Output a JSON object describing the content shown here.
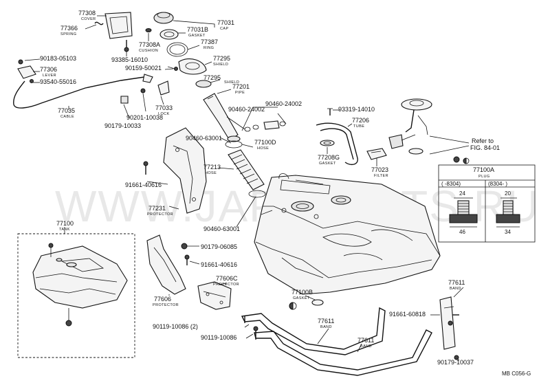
{
  "watermark": "WWW.JAPANCATS.RU",
  "diagram_code": "MB C056-G",
  "reference": {
    "line1": "Refer to",
    "line2": "FIG. 84-01"
  },
  "parts": [
    {
      "id": "p77308",
      "number": "77308",
      "name": "COVER"
    },
    {
      "id": "p77366",
      "number": "77366",
      "name": "SPRING"
    },
    {
      "id": "p77031",
      "number": "77031",
      "name": "CAP"
    },
    {
      "id": "p77031b",
      "number": "77031B",
      "name": "GASKET"
    },
    {
      "id": "p77387",
      "number": "77387",
      "name": "RING"
    },
    {
      "id": "p77308a",
      "number": "77308A",
      "name": "CUSHION"
    },
    {
      "id": "p93385",
      "number": "93385-16010",
      "name": ""
    },
    {
      "id": "p77295a",
      "number": "77295",
      "name": "SHIELD"
    },
    {
      "id": "p90159",
      "number": "90159-50021",
      "name": ""
    },
    {
      "id": "p77295b",
      "number": "77295",
      "name": "SHIELD"
    },
    {
      "id": "p77201",
      "number": "77201",
      "name": "PIPE"
    },
    {
      "id": "p90183",
      "number": "90183-05103",
      "name": ""
    },
    {
      "id": "p77306",
      "number": "77306",
      "name": "LEVER"
    },
    {
      "id": "p93540",
      "number": "93540-55016",
      "name": ""
    },
    {
      "id": "p77035",
      "number": "77035",
      "name": "CABLE"
    },
    {
      "id": "p77033",
      "number": "77033",
      "name": "LOCK"
    },
    {
      "id": "p90201",
      "number": "90201-10038",
      "name": ""
    },
    {
      "id": "p90179a",
      "number": "90179-10033",
      "name": ""
    },
    {
      "id": "p90460a",
      "number": "90460-24002",
      "name": ""
    },
    {
      "id": "p90460b",
      "number": "90460-24002",
      "name": ""
    },
    {
      "id": "p93319",
      "number": "93319-14010",
      "name": ""
    },
    {
      "id": "p77206",
      "number": "77206",
      "name": "TUBE"
    },
    {
      "id": "p90460c",
      "number": "90460-63001",
      "name": ""
    },
    {
      "id": "p77100d",
      "number": "77100D",
      "name": "HOSE"
    },
    {
      "id": "p77208g",
      "number": "77208G",
      "name": "GASKET"
    },
    {
      "id": "p77023",
      "number": "77023",
      "name": "FILTER"
    },
    {
      "id": "p77213",
      "number": "77213",
      "name": "HOSE"
    },
    {
      "id": "p91661a",
      "number": "91661-40616",
      "name": ""
    },
    {
      "id": "p77231",
      "number": "77231",
      "name": "PROTECTOR"
    },
    {
      "id": "p90460d",
      "number": "90460-63001",
      "name": ""
    },
    {
      "id": "p77100",
      "number": "77100",
      "name": "TANK"
    },
    {
      "id": "p90179b",
      "number": "90179-06085",
      "name": ""
    },
    {
      "id": "p91661b",
      "number": "91661-40616",
      "name": ""
    },
    {
      "id": "p77606c",
      "number": "77606C",
      "name": "PROTECTOR"
    },
    {
      "id": "p77606",
      "number": "77606",
      "name": "PROTECTOR"
    },
    {
      "id": "p77100b",
      "number": "77100B",
      "name": "GASKET"
    },
    {
      "id": "p77611a",
      "number": "77611",
      "name": "BAND"
    },
    {
      "id": "p91661c",
      "number": "91661-60818",
      "name": ""
    },
    {
      "id": "p90119a",
      "number": "90119-10086 (2)",
      "name": ""
    },
    {
      "id": "p77611b",
      "number": "77611",
      "name": "BAND"
    },
    {
      "id": "p90119b",
      "number": "90119-10086",
      "name": ""
    },
    {
      "id": "p77611c",
      "number": "77611",
      "name": "BAND"
    },
    {
      "id": "p90179c",
      "number": "90179-10037",
      "name": ""
    }
  ],
  "plug_table": {
    "title": "77100A",
    "subtitle": "PLUG",
    "col1_header": "(    -8304)",
    "col2_header": "(8304-    )",
    "col1_top": "24",
    "col1_bottom": "46",
    "col2_top": "20",
    "col2_bottom": "34"
  }
}
